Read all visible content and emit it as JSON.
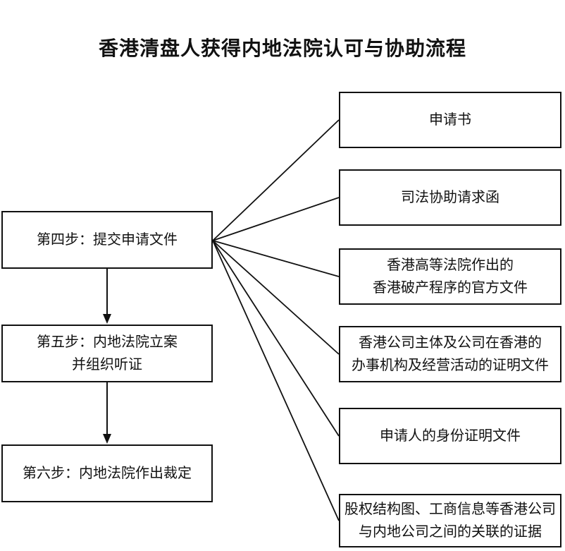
{
  "title": "香港清盘人获得内地法院认可与协助流程",
  "colors": {
    "ink": "#111111",
    "background": "#ffffff"
  },
  "steps": [
    {
      "lines": [
        "第四步：提交申请文件"
      ]
    },
    {
      "lines": [
        "第五步：内地法院立案",
        "并组织听证"
      ]
    },
    {
      "lines": [
        "第六步：内地法院作出裁定"
      ]
    }
  ],
  "documents": [
    {
      "lines": [
        "申请书"
      ]
    },
    {
      "lines": [
        "司法协助请求函"
      ]
    },
    {
      "lines": [
        "香港高等法院作出的",
        "香港破产程序的官方文件"
      ]
    },
    {
      "lines": [
        "香港公司主体及公司在香港的",
        "办事机构及经营活动的证明文件"
      ]
    },
    {
      "lines": [
        "申请人的身份证明文件"
      ]
    },
    {
      "lines": [
        "股权结构图、工商信息等香港公司",
        "与内地公司之间的关联的证据"
      ]
    }
  ]
}
